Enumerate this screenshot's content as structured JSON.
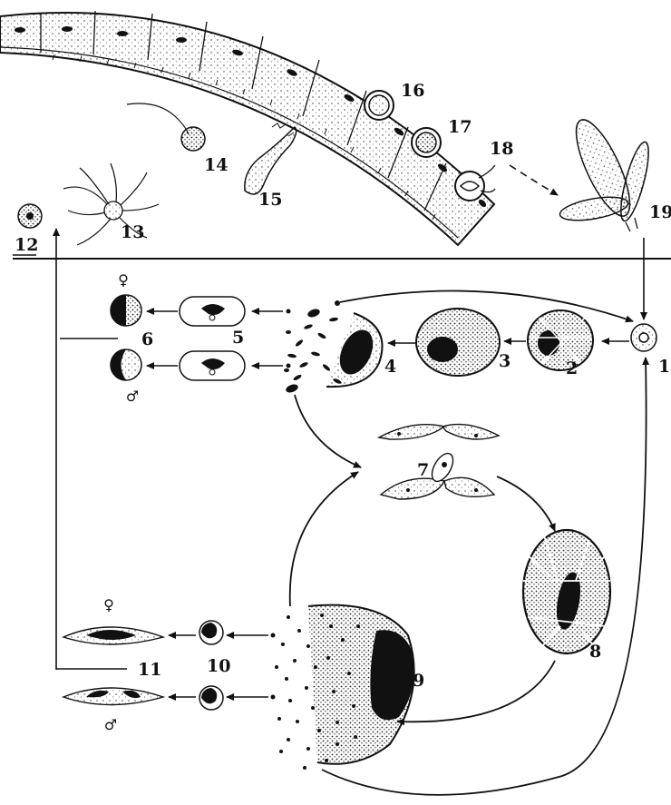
{
  "figure": {
    "labels": {
      "n1": "1",
      "n2": "2",
      "n3": "3",
      "n4": "4",
      "n5": "5",
      "n6": "6",
      "n7": "7",
      "n8": "8",
      "n9": "9",
      "n10": "10",
      "n11": "11",
      "n12": "12",
      "n13": "13",
      "n14": "14",
      "n15": "15",
      "n16": "16",
      "n17": "17",
      "n18": "18",
      "n19": "19"
    },
    "symbols": {
      "female": "♀",
      "male": "♂"
    },
    "colors": {
      "ink": "#111111",
      "paper": "#ffffff",
      "stipple": "#333333"
    }
  }
}
